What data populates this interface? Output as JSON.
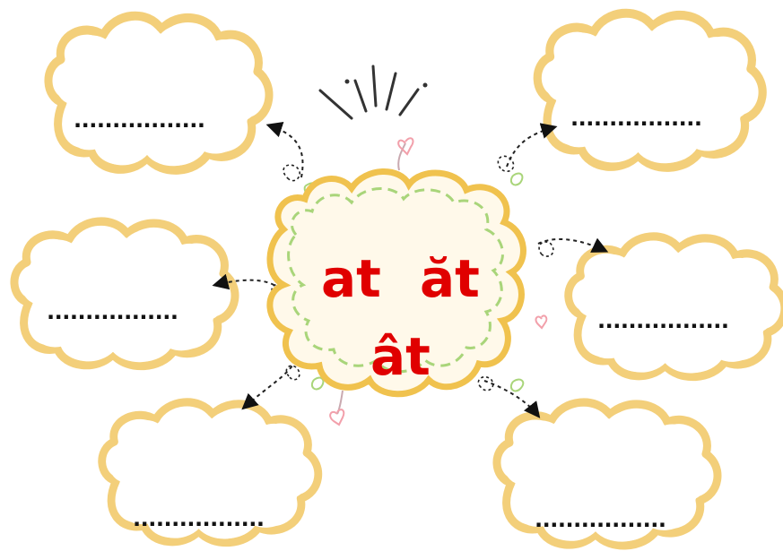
{
  "center": {
    "line1_left": "at",
    "line1_right": "ăt",
    "line2": "ât"
  },
  "clouds": {
    "top_left": ".................",
    "top_right": ".................",
    "mid_left": ".................",
    "mid_right": ".................",
    "bottom_left": ".................",
    "bottom_right": "................."
  },
  "colors": {
    "text_red": "#e00000",
    "cloud_border": "#f3cf7a",
    "dashed_ring": "#a9d57a"
  }
}
